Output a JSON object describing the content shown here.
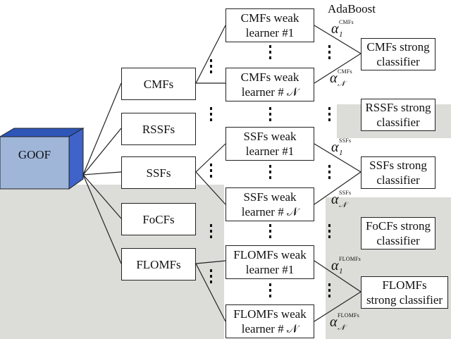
{
  "source": {
    "label": "GOOF"
  },
  "features": [
    {
      "label": "CMFs"
    },
    {
      "label": "RSSFs"
    },
    {
      "label": "SSFs"
    },
    {
      "label": "FoCFs"
    },
    {
      "label": "FLOMFs"
    }
  ],
  "adaboost_label": "AdaBoost",
  "weak_learners": {
    "cmfs_1": "CMFs weak\nlearner #1",
    "cmfs_n": "CMFs weak\nlearner # 𝒩",
    "ssfs_1": "SSFs weak\nlearner #1",
    "ssfs_n": "SSFs weak\nlearner # 𝒩",
    "flomfs_1": "FLOMFs weak\nlearner #1",
    "flomfs_n": "FLOMFs weak\nlearner # 𝒩"
  },
  "strong_classifiers": {
    "cmfs": "CMFs strong\nclassifier",
    "rssfs": "RSSFs strong\nclassifier",
    "ssfs": "SSFs strong\nclassifier",
    "focfs": "FoCFs strong\nclassifier",
    "flomfs": "FLOMFs\nstrong classifier"
  },
  "weights": {
    "symbol": "α",
    "cmfs": {
      "super": "CMFs",
      "sub_first": "1",
      "sub_last": "𝒩"
    },
    "ssfs": {
      "super": "SSFs",
      "sub_first": "1",
      "sub_last": "𝒩"
    },
    "flomfs": {
      "super": "FLOMFs",
      "sub_first": "1",
      "sub_last": "𝒩"
    }
  },
  "colors": {
    "cube_front": "#9fb6d9",
    "cube_side": "#3f63c8",
    "cube_top": "#2e55b8",
    "background_patch": "#dcdcd8"
  }
}
